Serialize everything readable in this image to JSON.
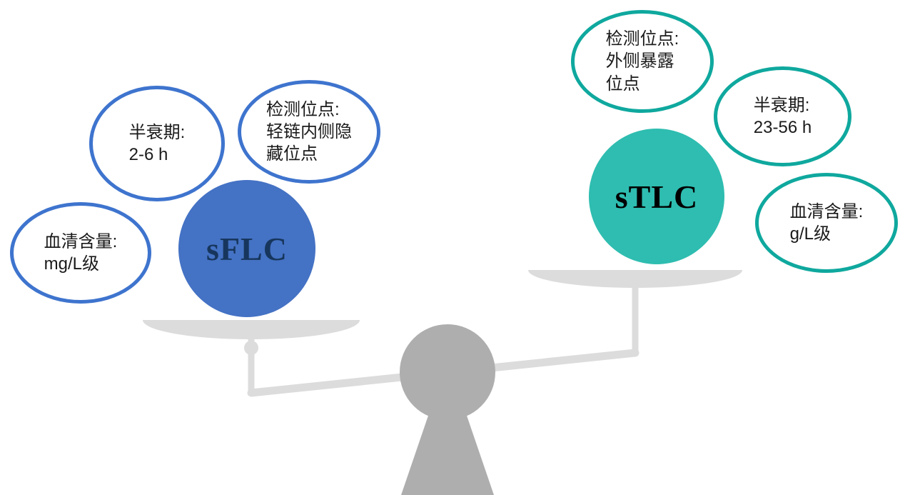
{
  "title": "sFLC vs sTLC comparison balance diagram",
  "left": {
    "label": "sFLC",
    "circle_color": "#4472C4",
    "bubble_border_color": "#3E74CE",
    "bubbles": [
      {
        "name": "half-life",
        "text": "半衰期:\n2-6 h"
      },
      {
        "name": "detection-site",
        "text": "检测位点:\n轻链内侧隐\n藏位点"
      },
      {
        "name": "serum-level",
        "text": "血清含量:\nmg/L级"
      }
    ]
  },
  "right": {
    "label": "sTLC",
    "circle_color": "#2EBDB0",
    "bubble_border_color": "#0FA89E",
    "bubbles": [
      {
        "name": "detection-site",
        "text": "检测位点:\n外侧暴露\n位点"
      },
      {
        "name": "half-life",
        "text": "半衰期:\n23-56 h"
      },
      {
        "name": "serum-level",
        "text": "血清含量:\ng/L级"
      }
    ]
  },
  "balance": {
    "beam_color": "#DCDCDC",
    "figure_color": "#AEAEAE",
    "tilt": "left-side-down"
  }
}
